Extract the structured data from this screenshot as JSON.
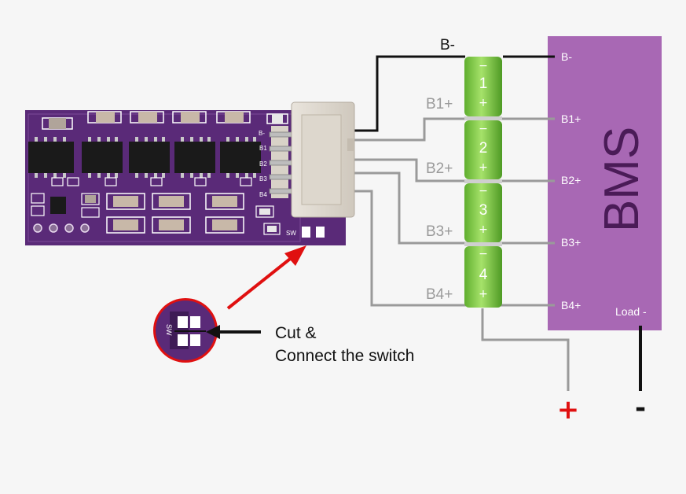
{
  "bms": {
    "title": "BMS",
    "pins": [
      "B-",
      "B1+",
      "B2+",
      "B3+",
      "B4+"
    ],
    "load_label": "Load -"
  },
  "cells": [
    "1",
    "2",
    "3",
    "4"
  ],
  "wire_labels": [
    "B-",
    "B1+",
    "B2+",
    "B3+",
    "B4+"
  ],
  "pcb": {
    "pin_labels": [
      "B-",
      "B1",
      "B2",
      "B3",
      "B4"
    ],
    "switch_label": "SW"
  },
  "callout": {
    "zoom_label": "SW",
    "line1": "Cut &",
    "line2": "Connect the switch"
  },
  "terminals": {
    "positive": "+",
    "negative": "-"
  },
  "colors": {
    "bms": "#a868b4",
    "pcb": "#5a2a78",
    "cell": "#8dd14a",
    "arrow": "#e01010",
    "plus": "#e01010"
  }
}
